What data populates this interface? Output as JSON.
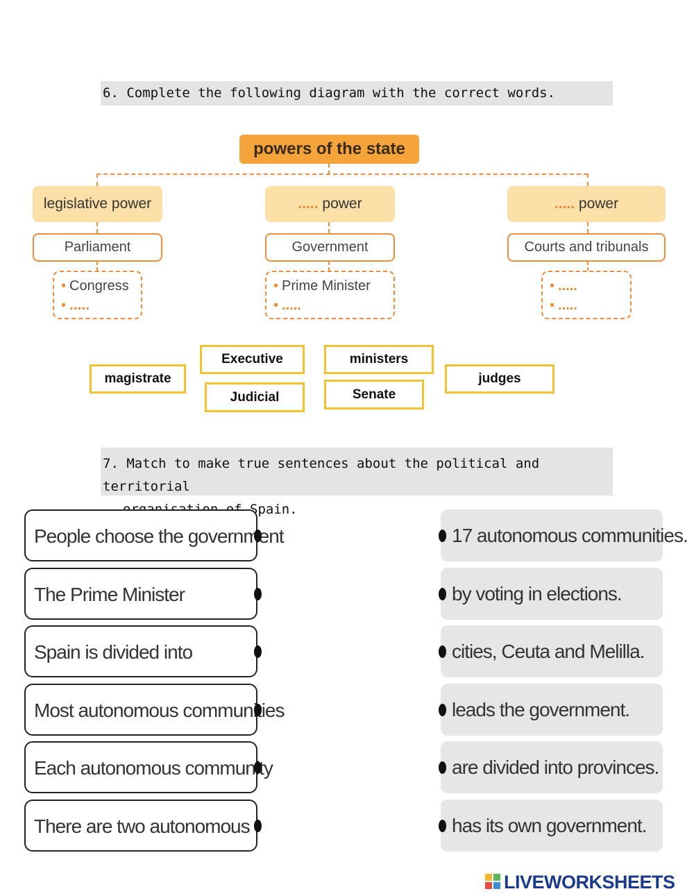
{
  "q6": {
    "text": "6. Complete the following diagram with the correct words."
  },
  "diagram": {
    "root": "powers of the state",
    "powers": [
      {
        "label": "legislative power",
        "institution": "Parliament",
        "members": [
          "Congress",
          "....."
        ]
      },
      {
        "blank": ".....",
        "label": " power",
        "institution": "Government",
        "members": [
          "Prime Minister",
          "....."
        ]
      },
      {
        "blank": ".....",
        "label": " power",
        "institution": "Courts and tribunals",
        "members": [
          ".....",
          "....."
        ]
      }
    ],
    "bullet": "•"
  },
  "word_bank": [
    "magistrate",
    "Executive",
    "Judicial",
    "ministers",
    "Senate",
    "judges"
  ],
  "q7": {
    "line1": "7. Match to make true sentences about the political and territorial",
    "line2": "organisation of Spain."
  },
  "match_left": [
    "People choose the government",
    "The Prime Minister",
    "Spain is divided into",
    "Most autonomous communities",
    "Each autonomous community",
    "There are two autonomous"
  ],
  "match_right": [
    "17 autonomous communities.",
    "by voting in elections.",
    "cities, Ceuta and Melilla.",
    "leads the government.",
    "are divided into provinces.",
    "has its own government."
  ],
  "logo": {
    "text": "LIVEWORKSHEETS",
    "icon": "liveworksheets-logo-icon"
  }
}
